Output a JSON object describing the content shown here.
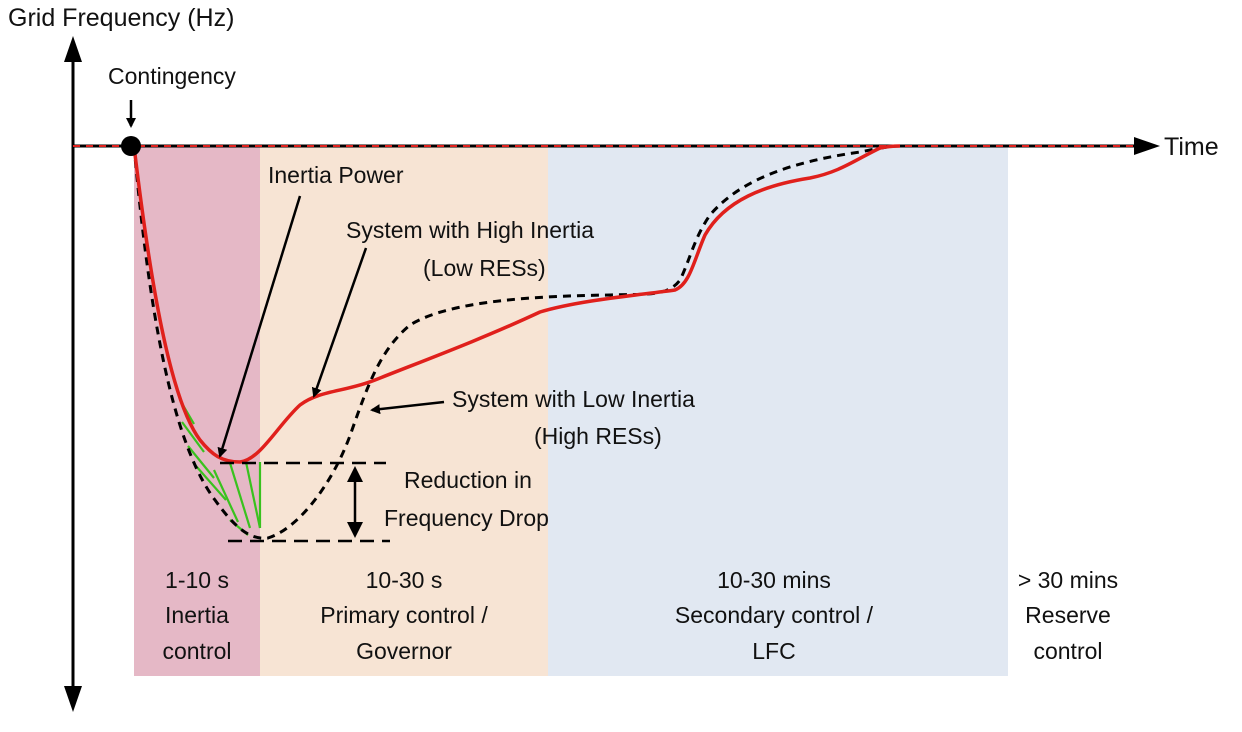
{
  "axes": {
    "y_label": "Grid Frequency (Hz)",
    "x_label": "Time"
  },
  "events": {
    "contingency": "Contingency"
  },
  "annotations": {
    "inertia_power": "Inertia Power",
    "high_inertia_line1": "System with High Inertia",
    "high_inertia_line2": "(Low RESs)",
    "low_inertia_line1": "System with Low Inertia",
    "low_inertia_line2": "(High RESs)",
    "reduction_line1": "Reduction in",
    "reduction_line2": "Frequency Drop"
  },
  "regions": [
    {
      "id": "inertia",
      "color": "#e5b8c6",
      "lines": [
        "1-10 s",
        "Inertia",
        "control"
      ]
    },
    {
      "id": "primary",
      "color": "#f7e4d4",
      "lines": [
        "10-30 s",
        "Primary control /",
        "Governor"
      ]
    },
    {
      "id": "secondary",
      "color": "#e1e8f2",
      "lines": [
        "10-30 mins",
        "Secondary control /",
        "LFC"
      ]
    },
    {
      "id": "reserve",
      "color": "#ffffff",
      "lines": [
        "> 30 mins",
        "Reserve",
        "control"
      ]
    }
  ],
  "colors": {
    "high_inertia_curve": "#e0201c",
    "low_inertia_curve": "#000000",
    "inertia_power_hatch": "#39c21e",
    "axis": "#000000"
  }
}
